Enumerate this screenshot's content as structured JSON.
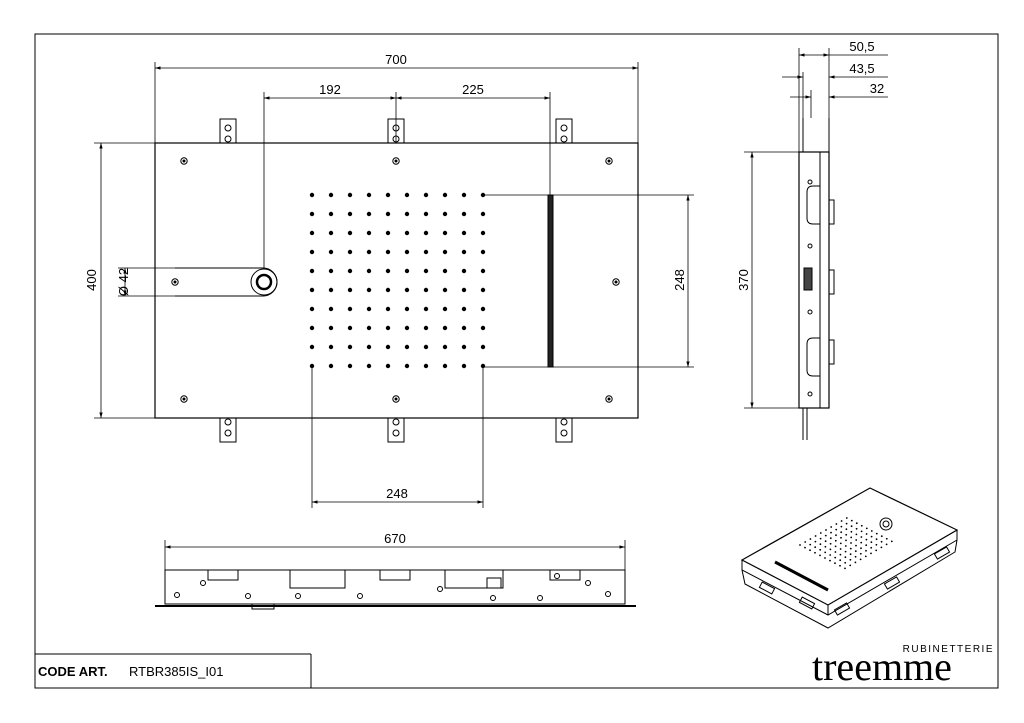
{
  "drawing": {
    "dimensions": {
      "total_width": "700",
      "offset_left": "192",
      "offset_right": "225",
      "height": "400",
      "pipe_diameter": "Ø 42",
      "nozzle_height": "248",
      "nozzle_width": "248",
      "side_depth_1": "50,5",
      "side_depth_2": "43,5",
      "side_depth_3": "32",
      "side_height": "370",
      "bottom_length": "670"
    },
    "title_block": {
      "code_label": "CODE ART.",
      "code_value": "RTBR385IS_I01"
    },
    "brand": {
      "subtitle": "RUBINETTERIE",
      "name": "treemme"
    }
  }
}
